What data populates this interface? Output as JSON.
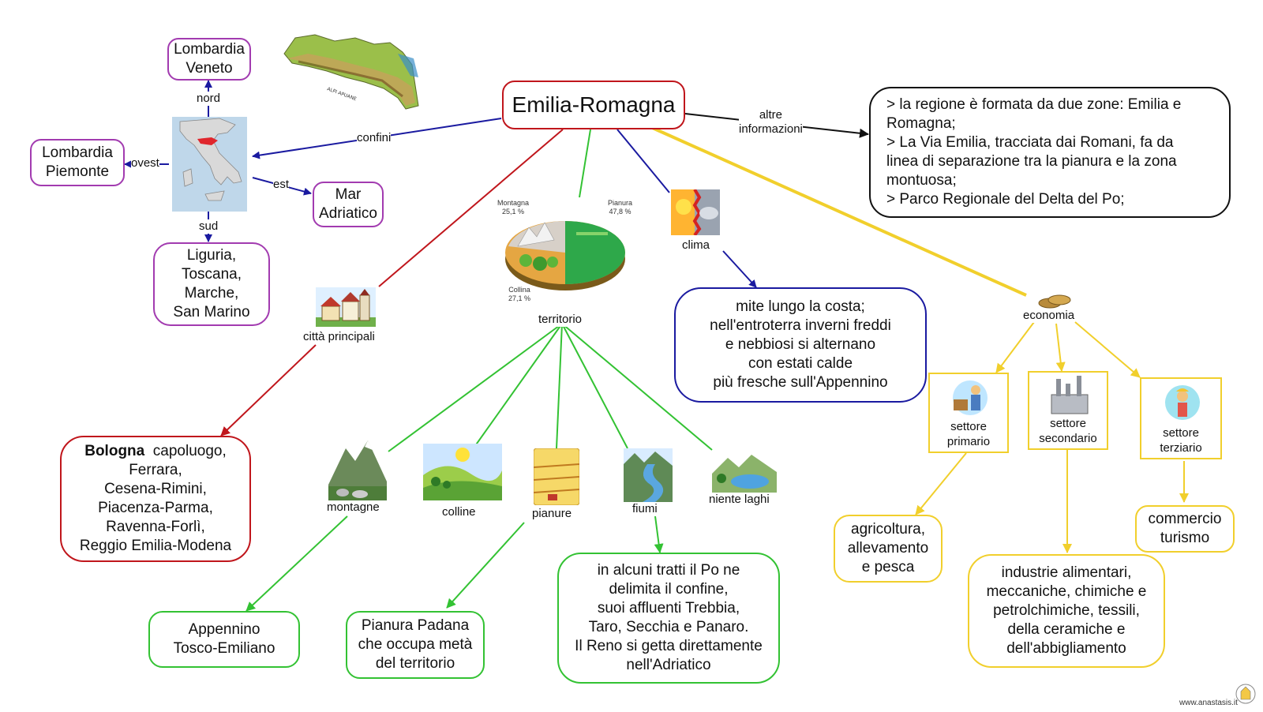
{
  "title": "Emilia-Romagna",
  "confini": {
    "label": "confini",
    "nord": "nord",
    "sud": "sud",
    "ovest": "ovest",
    "est": "est",
    "nord_box": [
      "Lombardia",
      "Veneto"
    ],
    "ovest_box": [
      "Lombardia",
      "Piemonte"
    ],
    "est_box": [
      "Mar",
      "Adriatico"
    ],
    "sud_box": [
      "Liguria,",
      "Toscana,",
      "Marche,",
      "San Marino"
    ]
  },
  "altre_informazioni": {
    "label": [
      "altre",
      "informazioni"
    ],
    "lines": [
      "> la regione è formata da due zone: Emilia e",
      "Romagna;",
      "> La Via Emilia, tracciata dai Romani, fa da",
      "linea di separazione tra la pianura e la zona",
      "montuosa;",
      "> Parco Regionale del Delta del Po;"
    ]
  },
  "citta": {
    "label": "città principali",
    "capital": "Bologna",
    "capital_suffix": "  capoluogo,",
    "lines": [
      "Ferrara,",
      "Cesena-Rimini,",
      "Piacenza-Parma,",
      "Ravenna-Forlì,",
      "Reggio  Emilia-Modena"
    ]
  },
  "territorio": {
    "label": "territorio",
    "pie": {
      "montagna": [
        "Montagna",
        "25,1 %"
      ],
      "pianura": [
        "Pianura",
        "47,8 %"
      ],
      "collina": [
        "Collina",
        "27,1 %"
      ]
    },
    "montagne": "montagne",
    "colline": "colline",
    "pianure": "pianure",
    "fiumi": "fiumi",
    "laghi": "niente laghi",
    "montagne_box": [
      "Appennino",
      "Tosco-Emiliano"
    ],
    "pianure_box": [
      "Pianura Padana",
      "che occupa metà",
      "del territorio"
    ],
    "fiumi_box": [
      "in alcuni tratti il Po ne",
      "delimita il confine,",
      "suoi affluenti Trebbia,",
      "Taro, Secchia e Panaro.",
      "Il Reno si getta direttamente",
      "nell'Adriatico"
    ]
  },
  "clima": {
    "label": "clima",
    "box": [
      "mite lungo la costa;",
      "nell'entroterra inverni freddi",
      "e nebbiosi si alternano",
      "con estati calde",
      "più fresche sull'Appennino"
    ]
  },
  "economia": {
    "label": "economia",
    "primario": [
      "settore",
      "primario"
    ],
    "secondario": [
      "settore",
      "secondario"
    ],
    "terziario": [
      "settore",
      "terziario"
    ],
    "primario_box": [
      "agricoltura,",
      "allevamento",
      "e pesca"
    ],
    "secondario_box": [
      "industrie alimentari,",
      "meccaniche, chimiche e",
      "petrolchimiche, tessili,",
      "della ceramiche e",
      "dell'abbigliamento"
    ],
    "terziario_box": [
      "commercio",
      "turismo"
    ]
  },
  "footer": "www.anastasis.it",
  "colors": {
    "purple": "#a23bb0",
    "red": "#c0161c",
    "green": "#33c233",
    "blue": "#1a1aa0",
    "yellow": "#f1cf2c",
    "black": "#111111"
  },
  "icons": [
    "emilia-romagna-relief-map",
    "italy-map",
    "town-houses-icon",
    "pie-chart-icon",
    "sun-storm-icon",
    "coins-icon",
    "farmer-icon",
    "factory-icon",
    "tourist-icon",
    "mountain-icon",
    "hills-icon",
    "plain-fields-icon",
    "river-icon",
    "lake-icon"
  ]
}
